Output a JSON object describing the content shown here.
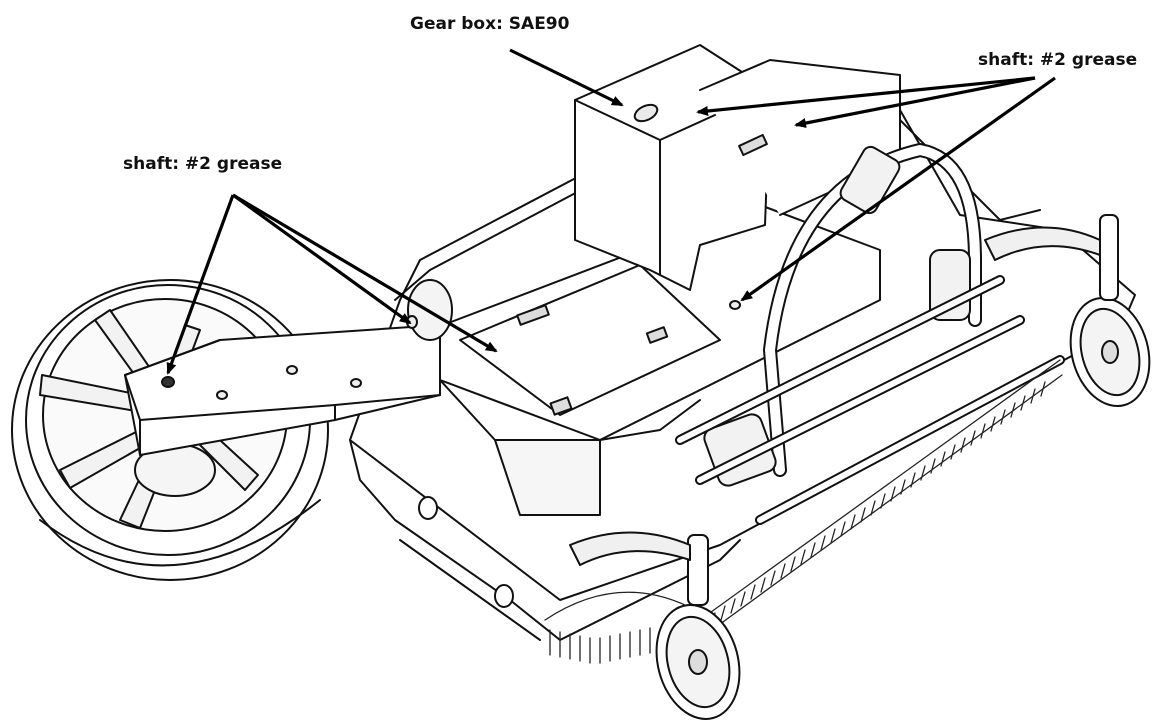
{
  "callouts": {
    "gear_box": "Gear box: SAE90",
    "shaft_right": "shaft: #2 grease",
    "shaft_left": "shaft: #2 grease"
  },
  "colors": {
    "line": "#111111",
    "fill": "#ffffff",
    "shade": "#e9e9e9"
  },
  "icons": [
    "mower-deck-illustration",
    "arrow-icon"
  ]
}
